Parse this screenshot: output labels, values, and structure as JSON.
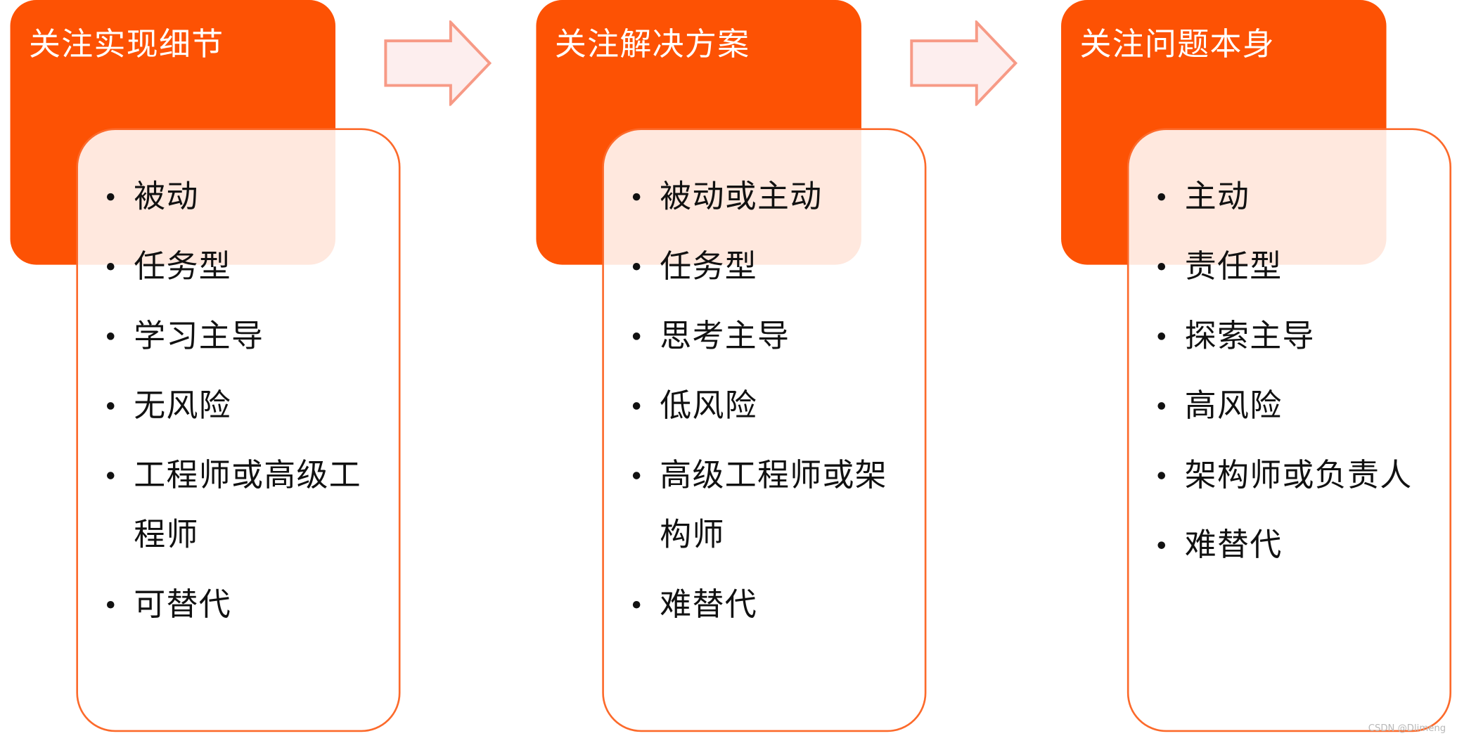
{
  "stages": [
    {
      "title": "关注实现细节",
      "items": [
        "被动",
        "任务型",
        "学习主导",
        "无风险",
        "工程师或高级工程师",
        "可替代"
      ]
    },
    {
      "title": "关注解决方案",
      "items": [
        "被动或主动",
        "任务型",
        "思考主导",
        "低风险",
        "高级工程师或架构师",
        "难替代"
      ]
    },
    {
      "title": "关注问题本身",
      "items": [
        "主动",
        "责任型",
        "探索主导",
        "高风险",
        "架构师或负责人",
        "难替代"
      ]
    }
  ],
  "colors": {
    "accent": "#fd5204",
    "card_border": "#fc6a2b",
    "arrow_fill": "#fdeeee",
    "arrow_stroke": "#f79a86"
  },
  "watermark": "CSDN @Dlimeng"
}
